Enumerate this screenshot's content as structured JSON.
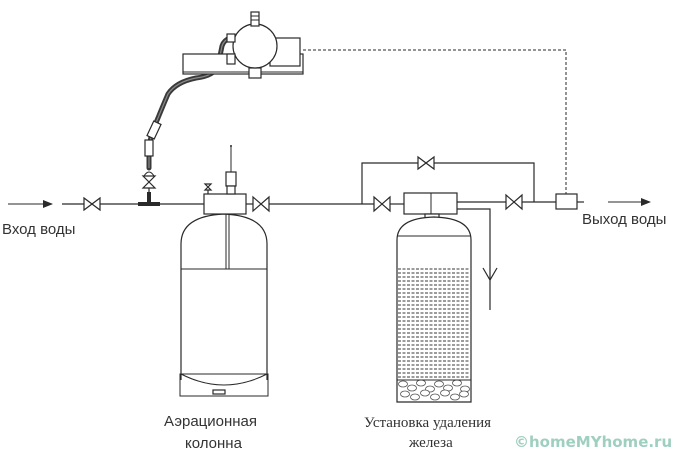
{
  "labels": {
    "water_inlet": "Вход воды",
    "water_outlet": "Выход воды",
    "aeration_column_line1": "Аэрационная",
    "aeration_column_line2": "колонна",
    "iron_removal_line1": "Установка удаления",
    "iron_removal_line2": "железа"
  },
  "watermark": {
    "text": "©homeMYhome.ru",
    "color": "#9fcfc0"
  },
  "components": [
    "compressor",
    "air-hose",
    "check-valve",
    "inlet-valve",
    "aeration-column",
    "air-vent",
    "outlet-valve-aeration",
    "bypass-valve",
    "filter-inlet-valve",
    "control-head",
    "filter-outlet-valve",
    "drain",
    "iron-removal-filter",
    "flow-switch"
  ],
  "colors": {
    "line": "#2a2a2a",
    "background": "#ffffff"
  }
}
